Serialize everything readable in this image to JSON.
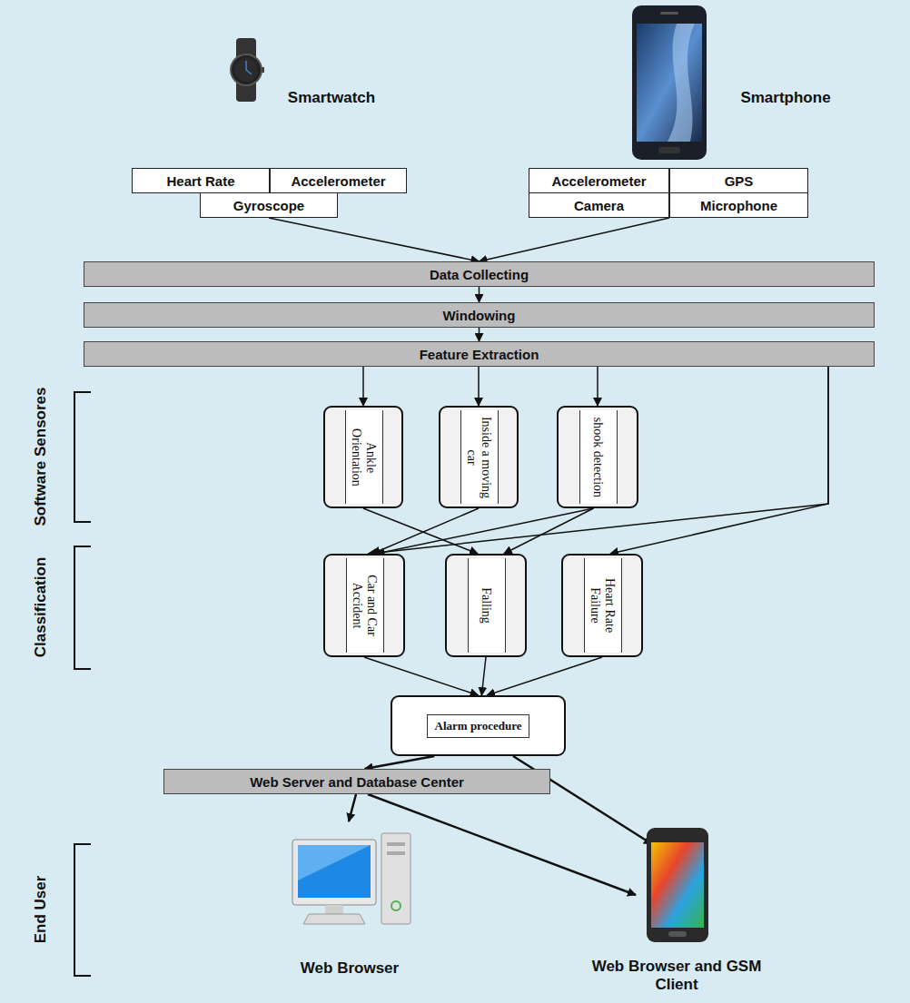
{
  "diagram": {
    "nodes": [
      {
        "text": [
          "Heart Rate"
        ]
      },
      {
        "text": [
          "Accelerometer"
        ]
      },
      {
        "text": [
          "Gyroscope"
        ]
      },
      {
        "text": [
          "Accelerometer"
        ]
      },
      {
        "text": [
          "GPS"
        ]
      },
      {
        "text": [
          "Camera"
        ]
      },
      {
        "text": [
          "Microphone"
        ]
      },
      {
        "text": [
          "Data Collecting"
        ]
      },
      {
        "text": [
          "Windowing"
        ]
      },
      {
        "text": [
          "Feature Extraction"
        ]
      },
      {
        "text": [
          "Ankle Orientation"
        ]
      },
      {
        "text": [
          "Inside a moving car"
        ]
      },
      {
        "text": [
          "shook detection"
        ]
      },
      {
        "text": [
          "Car and Car Accident"
        ]
      },
      {
        "text": [
          "Falling"
        ]
      },
      {
        "text": [
          "Heart Rate Failure"
        ]
      },
      {
        "text": [
          "Alarm procedure"
        ]
      },
      {
        "text": [
          "Web Server and Database Center"
        ]
      }
    ],
    "edges": [
      {
        "from": 2,
        "to": 7,
        "arrow": "to"
      },
      {
        "from": 6,
        "to": 7,
        "arrow": "to"
      },
      {
        "from": 7,
        "to": 8,
        "arrow": "to"
      },
      {
        "from": 8,
        "to": 9,
        "arrow": "to"
      },
      {
        "from": 9,
        "to": 10,
        "arrow": "to"
      },
      {
        "from": 9,
        "to": 11,
        "arrow": "to"
      },
      {
        "from": 9,
        "to": 12,
        "arrow": "to"
      },
      {
        "from": 10,
        "to": 14,
        "arrow": "to"
      },
      {
        "from": 11,
        "to": 13,
        "arrow": "to"
      },
      {
        "from": 12,
        "to": 13,
        "arrow": "to"
      },
      {
        "from": 12,
        "to": 14,
        "arrow": "to"
      },
      {
        "from": 9,
        "to": 13,
        "arrow": "to"
      },
      {
        "from": 9,
        "to": 15,
        "arrow": "to"
      },
      {
        "from": 13,
        "to": 16,
        "arrow": "to"
      },
      {
        "from": 14,
        "to": 16,
        "arrow": "to"
      },
      {
        "from": 15,
        "to": 16,
        "arrow": "to"
      },
      {
        "from": 16,
        "to": 17,
        "arrow": "to"
      }
    ],
    "labels": [
      "Smartwatch",
      "Smartphone",
      "Software Sensores",
      "Classification",
      "End User",
      "Web Browser",
      "Web Browser and GSM Client"
    ]
  }
}
